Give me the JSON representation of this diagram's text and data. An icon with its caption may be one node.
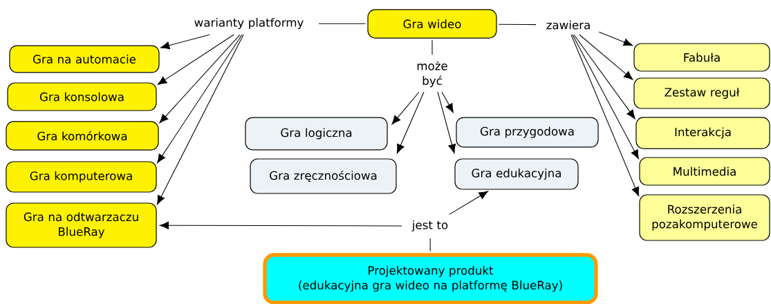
{
  "diagram": {
    "nodes": [
      {
        "text": [
          "Gra wideo"
        ]
      },
      {
        "text": [
          "warianty platformy"
        ]
      },
      {
        "text": [
          "zawiera"
        ]
      },
      {
        "text": [
          "Gra na automacie"
        ]
      },
      {
        "text": [
          "Gra konsolowa"
        ]
      },
      {
        "text": [
          "Gra komórkowa"
        ]
      },
      {
        "text": [
          "Gra komputerowa"
        ]
      },
      {
        "text": [
          "Gra na odtwarzaczu BlueRay"
        ]
      },
      {
        "text": [
          "Fabuła"
        ]
      },
      {
        "text": [
          "Zestaw reguł"
        ]
      },
      {
        "text": [
          "Interakcja"
        ]
      },
      {
        "text": [
          "Multimedia"
        ]
      },
      {
        "text": [
          "Rozszerzenia pozakomputerowe"
        ]
      },
      {
        "text": [
          "może być"
        ]
      },
      {
        "text": [
          "Gra logiczna"
        ]
      },
      {
        "text": [
          "Gra przygodowa"
        ]
      },
      {
        "text": [
          "Gra zręcznościowa"
        ]
      },
      {
        "text": [
          "Gra edukacyjna"
        ]
      },
      {
        "text": [
          "jest to"
        ]
      },
      {
        "text": [
          "Projektowany produkt",
          "(edukacyjna gra wideo na platformę BlueRay)"
        ]
      }
    ],
    "edges": [
      {
        "from": 0,
        "to": 1,
        "arrow": "none"
      },
      {
        "from": 1,
        "to": 3,
        "arrow": "to"
      },
      {
        "from": 1,
        "to": 4,
        "arrow": "to"
      },
      {
        "from": 1,
        "to": 5,
        "arrow": "to"
      },
      {
        "from": 1,
        "to": 6,
        "arrow": "to"
      },
      {
        "from": 1,
        "to": 7,
        "arrow": "to"
      },
      {
        "from": 0,
        "to": 2,
        "arrow": "none"
      },
      {
        "from": 2,
        "to": 8,
        "arrow": "to"
      },
      {
        "from": 2,
        "to": 9,
        "arrow": "to"
      },
      {
        "from": 2,
        "to": 10,
        "arrow": "to"
      },
      {
        "from": 2,
        "to": 11,
        "arrow": "to"
      },
      {
        "from": 2,
        "to": 12,
        "arrow": "to"
      },
      {
        "from": 0,
        "to": 13,
        "arrow": "none"
      },
      {
        "from": 13,
        "to": 14,
        "arrow": "to"
      },
      {
        "from": 13,
        "to": 16,
        "arrow": "to"
      },
      {
        "from": 13,
        "to": 17,
        "arrow": "to"
      },
      {
        "from": 13,
        "to": 15,
        "arrow": "to"
      },
      {
        "from": 19,
        "to": 18,
        "arrow": "none"
      },
      {
        "from": 18,
        "to": 7,
        "arrow": "to"
      },
      {
        "from": 18,
        "to": 17,
        "arrow": "to"
      }
    ]
  }
}
